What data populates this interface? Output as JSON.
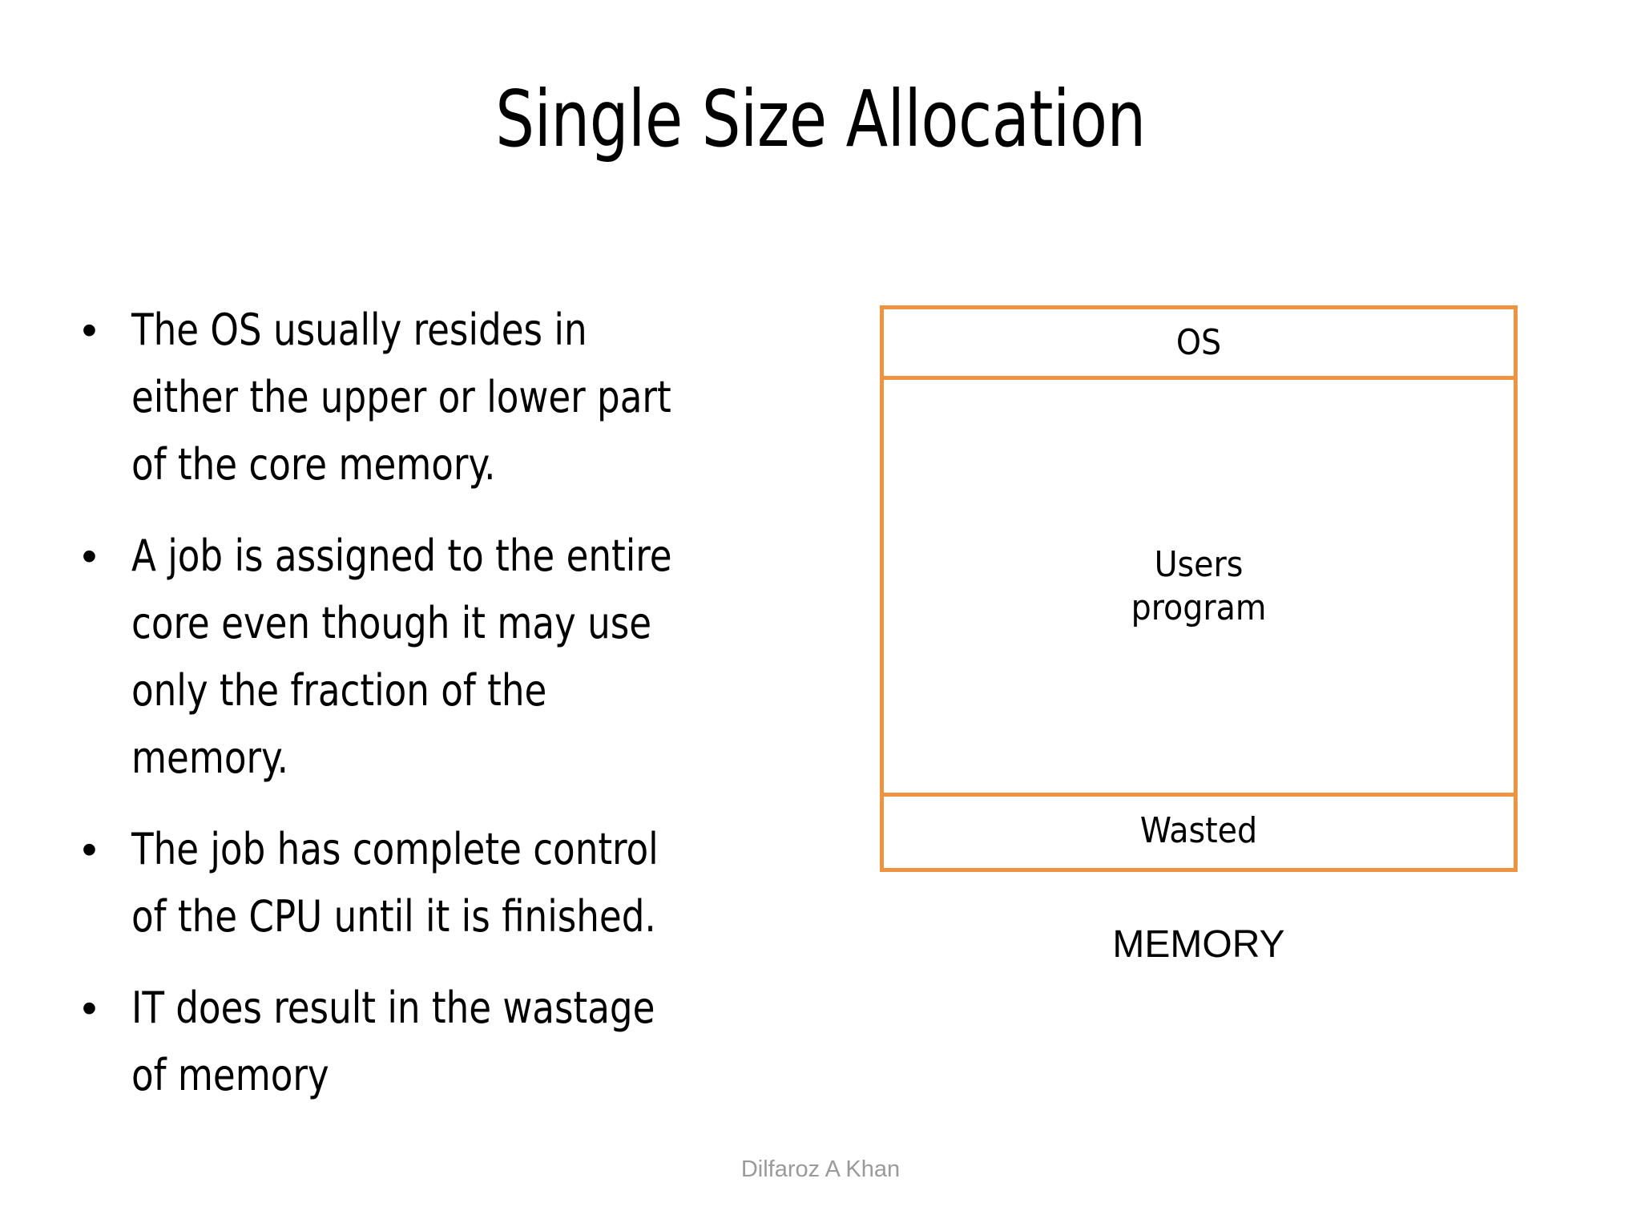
{
  "slide": {
    "title": "Single Size Allocation",
    "footer": "Dilfaroz A Khan",
    "accent_color": "#ED9342",
    "background_color": "#FFFFFF",
    "text_color": "#000000",
    "footer_color": "#9A9A9A"
  },
  "bullets": {
    "marker": "•",
    "items": [
      {
        "text": "The OS usually resides in either the upper or lower part of the core memory."
      },
      {
        "text": "A job is assigned to the entire core even though it may use only the fraction of the memory."
      },
      {
        "text": "The job has complete control of the CPU until it is finished."
      },
      {
        "text": "IT does result in the wastage of memory"
      }
    ]
  },
  "diagram": {
    "caption": "MEMORY",
    "blocks": [
      {
        "label": "OS"
      },
      {
        "label": "Users\nprogram"
      },
      {
        "label": "Wasted"
      }
    ]
  }
}
